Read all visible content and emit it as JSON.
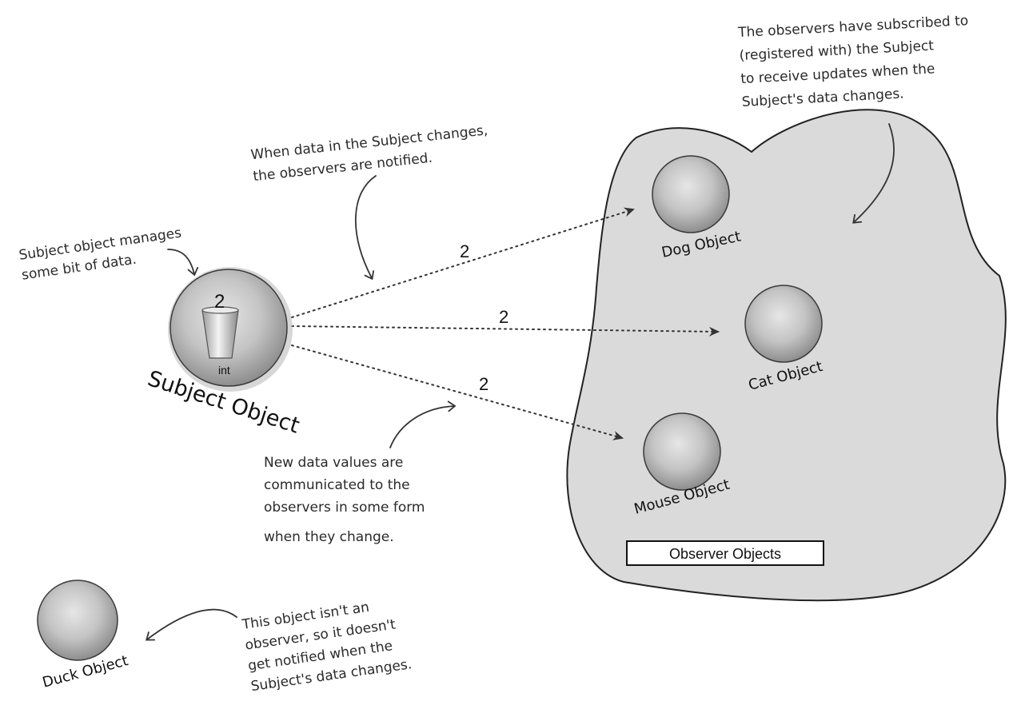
{
  "annotations": {
    "observers_subscribed": [
      "The observers have subscribed to",
      "(registered with) the Subject",
      "to receive updates when the",
      "Subject's data changes."
    ],
    "data_changes": [
      "When data in the Subject changes,",
      "the observers are notified."
    ],
    "subject_manages": [
      "Subject object manages",
      "some bit of data."
    ],
    "new_values": [
      "New data values are",
      "communicated to the",
      "observers in some form",
      "when they change."
    ],
    "not_observer": [
      "This object isn't an",
      "observer, so it doesn't",
      "get notified when the",
      "Subject's data changes."
    ]
  },
  "subject": {
    "label": "Subject Object",
    "value": "2",
    "type": "int"
  },
  "observers": {
    "group_label": "Observer Objects",
    "dog": "Dog Object",
    "cat": "Cat Object",
    "mouse": "Mouse Object"
  },
  "messages": {
    "to_dog": "2",
    "to_cat": "2",
    "to_mouse": "2"
  },
  "duck": {
    "label": "Duck Object"
  }
}
